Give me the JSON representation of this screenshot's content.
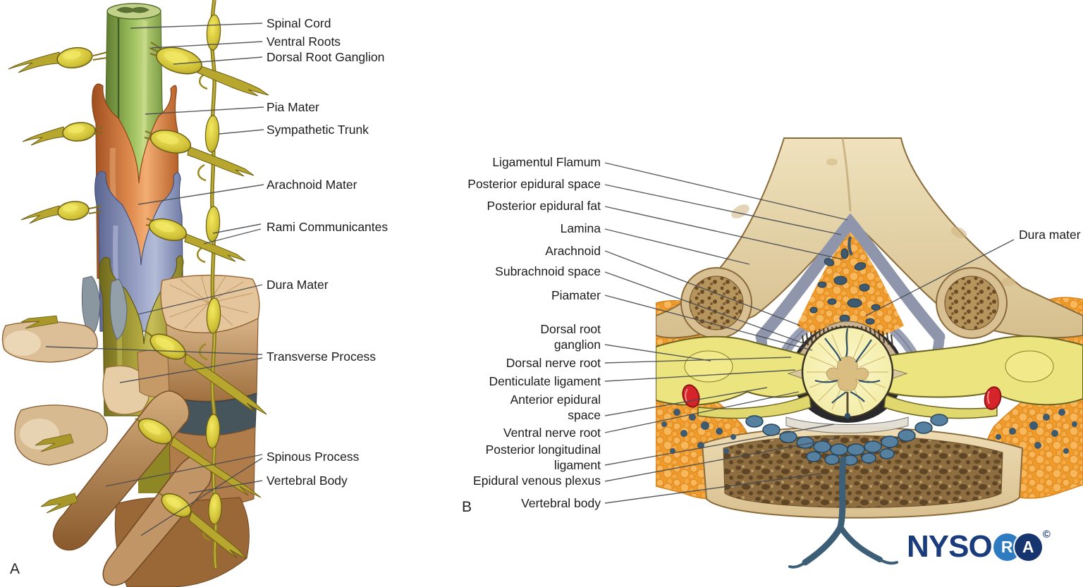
{
  "figure": {
    "panel_a": {
      "letter": "A",
      "labels": {
        "spinal_cord": "Spinal Cord",
        "ventral_roots": "Ventral Roots",
        "dorsal_root_ganglion": "Dorsal Root Ganglion",
        "pia_mater": "Pia Mater",
        "sympathetic_trunk": "Sympathetic Trunk",
        "arachnoid_mater": "Arachnoid Mater",
        "rami_communicantes": "Rami Communicantes",
        "dura_mater": "Dura Mater",
        "transverse_process": "Transverse Process",
        "spinous_process": "Spinous Process",
        "vertebral_body": "Vertebral Body"
      }
    },
    "panel_b": {
      "letter": "B",
      "labels": {
        "ligamentum_flavum": "Ligamentul Flamum",
        "posterior_epidural_space": "Posterior epidural space",
        "posterior_epidural_fat": "Posterior epidural fat",
        "lamina": "Lamina",
        "arachnoid": "Arachnoid",
        "subarachnoid_space": "Subrachnoid space",
        "pia_mater": "Piamater",
        "dorsal_root_ganglion": "Dorsal root\nganglion",
        "dorsal_nerve_root": "Dorsal nerve root",
        "denticulate_ligament": "Denticulate ligament",
        "anterior_epidural_space": "Anterior epidural\nspace",
        "ventral_nerve_root": "Ventral nerve root",
        "posterior_longitudinal_ligament": "Posterior longitudinal\nligament",
        "epidural_venous_plexus": "Epidural venous plexus",
        "vertebral_body": "Vertebral body",
        "dura_mater": "Dura mater"
      }
    },
    "logo": {
      "wordmark": "NYSO",
      "circle_r": "R",
      "circle_a": "A",
      "copyright": "©",
      "navy": "#1b3c7c",
      "dark_navy": "#16356f",
      "light_blue": "#2e7bc2"
    }
  }
}
